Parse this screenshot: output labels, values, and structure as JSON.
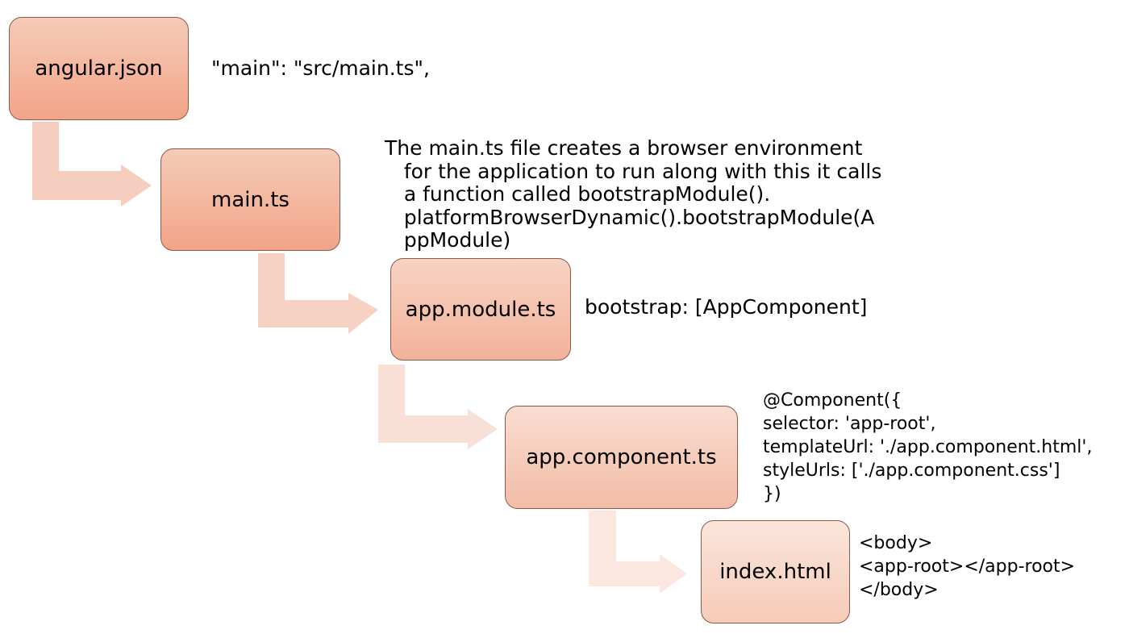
{
  "boxes": {
    "angular_json": "angular.json",
    "main_ts": "main.ts",
    "app_module": "app.module.ts",
    "app_component": "app.component.ts",
    "index_html": "index.html"
  },
  "notes": {
    "angular_json": "\"main\": \"src/main.ts\",",
    "main_ts": "The main.ts file creates a browser environment\n   for the application to run along with this it calls\n   a function called bootstrapModule().\n   platformBrowserDynamic().bootstrapModule(A\n   ppModule)",
    "app_module": "bootstrap: [AppComponent]",
    "app_component": "@Component({\nselector: 'app-root',\ntemplateUrl: './app.component.html',\nstyleUrls: ['./app.component.css']\n})",
    "index_html": "<body>\n<app-root></app-root>\n</body>"
  },
  "colors": {
    "arrow_1": "#f5cdbf",
    "arrow_2": "#f6d2c5",
    "arrow_3": "#f9e0d7",
    "arrow_4": "#fbe7df",
    "box_border": "#8a5a4a"
  }
}
